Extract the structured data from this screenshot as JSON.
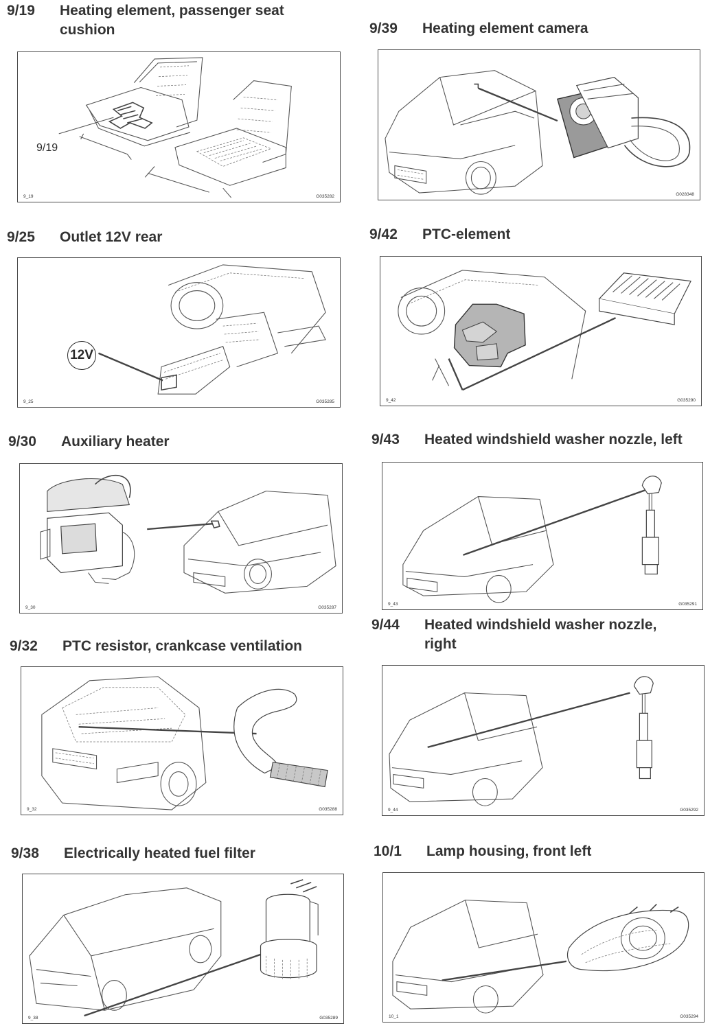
{
  "sections": [
    {
      "code": "9/19",
      "title": "Heating element, passenger seat\ncushion",
      "tag": "9_19",
      "ref": "G035282",
      "callout": "9/19"
    },
    {
      "code": "9/39",
      "title": "Heating element camera",
      "tag": "",
      "ref": "G028348"
    },
    {
      "code": "9/25",
      "title": "Outlet 12V rear",
      "tag": "9_25",
      "ref": "G035285",
      "callout": "12V"
    },
    {
      "code": "9/42",
      "title": "PTC-element",
      "tag": "9_42",
      "ref": "G035290"
    },
    {
      "code": "9/30",
      "title": "Auxiliary heater",
      "tag": "9_30",
      "ref": "G035287"
    },
    {
      "code": "9/43",
      "title": "Heated windshield washer nozzle, left",
      "tag": "9_43",
      "ref": "G035291"
    },
    {
      "code": "9/32",
      "title": "PTC resistor, crankcase ventilation",
      "tag": "9_32",
      "ref": "G035288"
    },
    {
      "code": "9/44",
      "title": "Heated windshield washer nozzle,\nright",
      "tag": "9_44",
      "ref": "G035292"
    },
    {
      "code": "9/38",
      "title": "Electrically heated fuel filter",
      "tag": "9_38",
      "ref": "G035289"
    },
    {
      "code": "10/1",
      "title": "Lamp housing, front left",
      "tag": "10_1",
      "ref": "G035294"
    }
  ]
}
